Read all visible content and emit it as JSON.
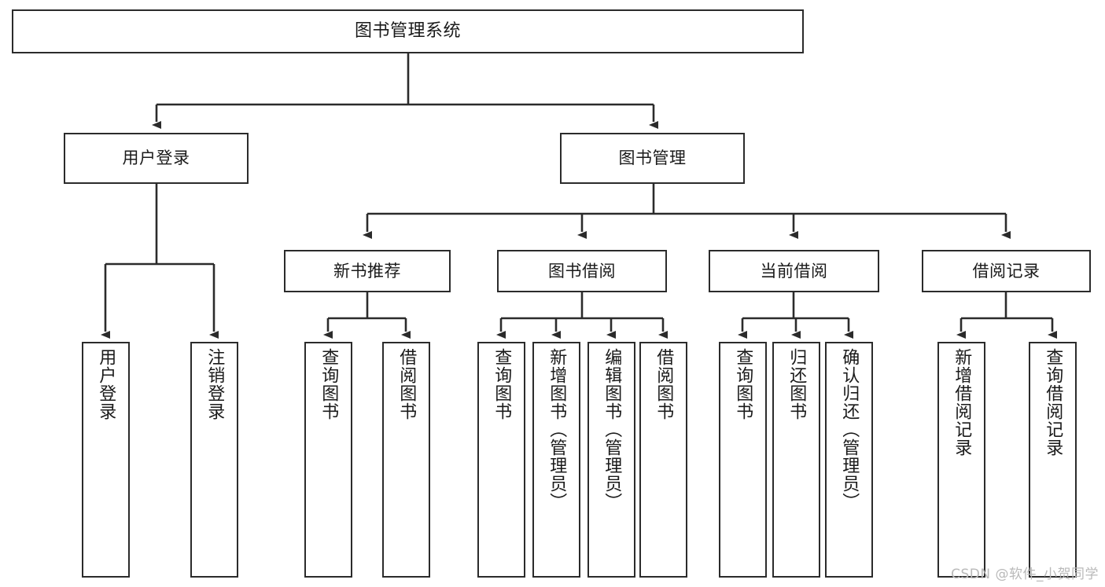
{
  "diagram": {
    "title": "图书管理系统",
    "type": "tree-hierarchy-chart",
    "watermark": "CSDN @软件_小贺同学",
    "colors": {
      "box_border": "#2b2b2b",
      "box_fill": "#ffffff",
      "text": "#1a1a1a",
      "edge": "#2b2b2b",
      "watermark": "#b9b9b9",
      "background": "#ffffff"
    },
    "nodes": {
      "root": {
        "label": "图书管理系统",
        "level": 0,
        "orientation": "horizontal"
      },
      "level1": [
        {
          "label": "用户登录",
          "orientation": "horizontal"
        },
        {
          "label": "图书管理",
          "orientation": "horizontal"
        }
      ],
      "level2": [
        {
          "label": "新书推荐",
          "orientation": "horizontal",
          "parent": "图书管理"
        },
        {
          "label": "图书借阅",
          "orientation": "horizontal",
          "parent": "图书管理"
        },
        {
          "label": "当前借阅",
          "orientation": "horizontal",
          "parent": "图书管理"
        },
        {
          "label": "借阅记录",
          "orientation": "horizontal",
          "parent": "图书管理"
        }
      ],
      "leaves": {
        "user_login": [
          {
            "label": "用户登录",
            "orientation": "vertical"
          },
          {
            "label": "注销登录",
            "orientation": "vertical"
          }
        ],
        "new_book_recommend": [
          {
            "label": "查询图书",
            "orientation": "vertical"
          },
          {
            "label": "借阅图书",
            "orientation": "vertical"
          }
        ],
        "book_borrow": [
          {
            "label": "查询图书",
            "orientation": "vertical"
          },
          {
            "label": "新增图书（管理员）",
            "orientation": "vertical"
          },
          {
            "label": "编辑图书（管理员）",
            "orientation": "vertical"
          },
          {
            "label": "借阅图书",
            "orientation": "vertical"
          }
        ],
        "current_borrow": [
          {
            "label": "查询图书",
            "orientation": "vertical"
          },
          {
            "label": "归还图书",
            "orientation": "vertical"
          },
          {
            "label": "确认归还（管理员）",
            "orientation": "vertical"
          }
        ],
        "borrow_record": [
          {
            "label": "新增借阅记录",
            "orientation": "vertical"
          },
          {
            "label": "查询借阅记录",
            "orientation": "vertical"
          }
        ]
      }
    }
  }
}
